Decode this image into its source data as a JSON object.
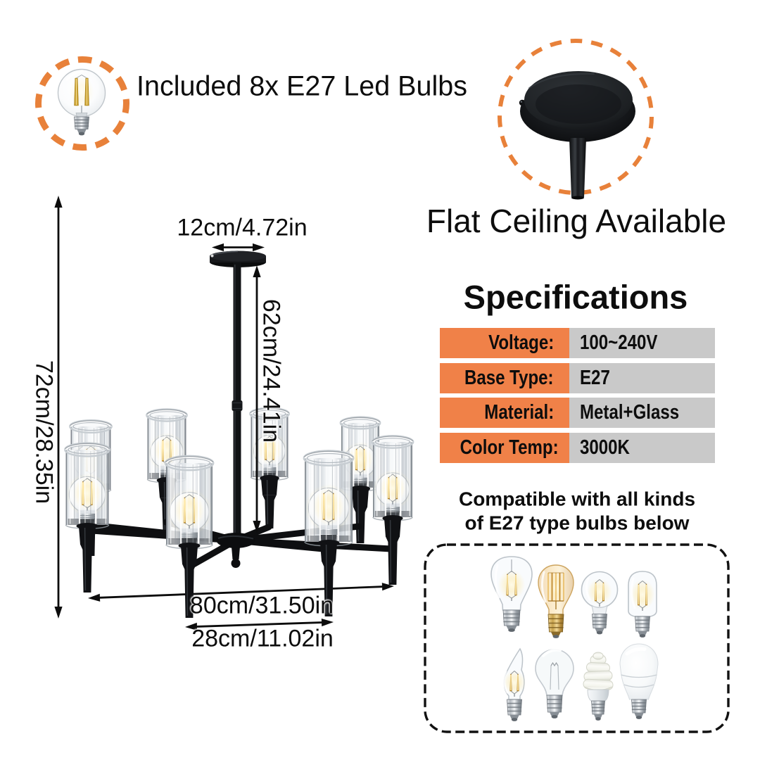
{
  "colors": {
    "background": "#ffffff",
    "text": "#0d0d0d",
    "accent_orange": "#E8813A",
    "table_label_bg": "#F08148",
    "table_value_bg": "#C9C9C9",
    "dash_black": "#111111",
    "metal_black": "#101114",
    "filament_gold": "#C9901F"
  },
  "badges": {
    "included_bulbs": {
      "label": "Included 8x E27 Led Bulbs",
      "icon": "led-filament-globe-bulb-photo"
    },
    "flat_ceiling": {
      "label": "Flat Ceiling Available",
      "icon": "ceiling-canopy-photo"
    }
  },
  "dimensions": {
    "canopy_width": "12cm/4.72in",
    "rod_height": "62cm/24.41in",
    "total_height": "72cm/28.35in",
    "total_width": "80cm/31.50in",
    "inner_width": "28cm/11.02in"
  },
  "specifications": {
    "title": "Specifications",
    "rows": [
      {
        "label": "Voltage:",
        "value": "100~240V"
      },
      {
        "label": "Base Type:",
        "value": "E27"
      },
      {
        "label": "Material:",
        "value": "Metal+Glass"
      },
      {
        "label": "Color Temp:",
        "value": "3000K"
      }
    ]
  },
  "compatibility": {
    "line1": "Compatible with all kinds",
    "line2": "of E27 type bulbs below",
    "bulb_types": [
      "st64-edison-filament-bulb",
      "st64-amber-edison-bulb",
      "g80-globe-filament-bulb",
      "t45-tubular-filament-bulb",
      "flame-tip-candle-bulb",
      "a60-incandescent-bulb",
      "cfl-spiral-bulb",
      "led-a60-bulb"
    ]
  },
  "product": {
    "type": "8-light-black-chandelier-with-clear-glass-cylinder-shades"
  }
}
